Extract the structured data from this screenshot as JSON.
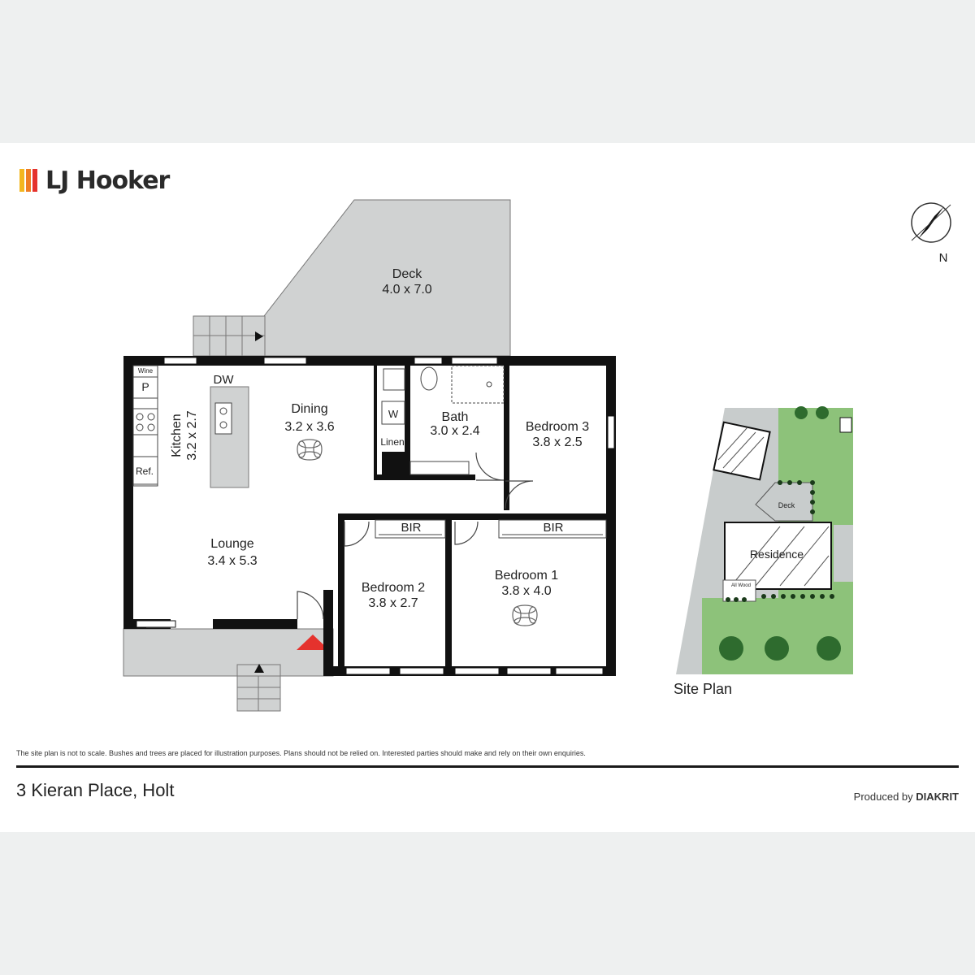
{
  "brand": {
    "name": "LJ Hooker",
    "bar_colors": [
      "#f3b61f",
      "#ef7d22",
      "#e5322d"
    ]
  },
  "floor_plan": {
    "rooms": {
      "deck": {
        "name": "Deck",
        "size": "4.0 x 7.0"
      },
      "kitchen": {
        "name": "Kitchen",
        "size": "3.2 x 2.7"
      },
      "dining": {
        "name": "Dining",
        "size": "3.2 x 3.6"
      },
      "bath": {
        "name": "Bath",
        "size": "3.0 x 2.4"
      },
      "bedroom3": {
        "name": "Bedroom 3",
        "size": "3.8 x 2.5"
      },
      "lounge": {
        "name": "Lounge",
        "size": "3.4 x 5.3"
      },
      "bedroom2": {
        "name": "Bedroom 2",
        "size": "3.8 x 2.7"
      },
      "bedroom1": {
        "name": "Bedroom 1",
        "size": "3.8 x 4.0"
      }
    },
    "fixtures": {
      "dw": "DW",
      "wine": "Wine",
      "pantry": "P",
      "fridge": "Ref.",
      "washer": "W",
      "linen": "Linen",
      "bir_1": "BIR",
      "bir_2": "BIR"
    },
    "compass": "N"
  },
  "site_plan": {
    "title": "Site Plan",
    "deck_label": "Deck",
    "residence_label": "Residence",
    "woodshed_label": "All Wood"
  },
  "colors": {
    "wall": "#111111",
    "outdoor": "#d0d2d2",
    "lawn": "#8dc27a",
    "entry_marker": "#e5322d"
  },
  "footer": {
    "disclaimer": "The site plan is not to scale. Bushes and trees are placed for illustration purposes. Plans should not be relied on. Interested parties should make and rely on their own enquiries.",
    "address": "3 Kieran Place, Holt",
    "produced_by": "Produced by",
    "producer": "DIAKRIT"
  }
}
